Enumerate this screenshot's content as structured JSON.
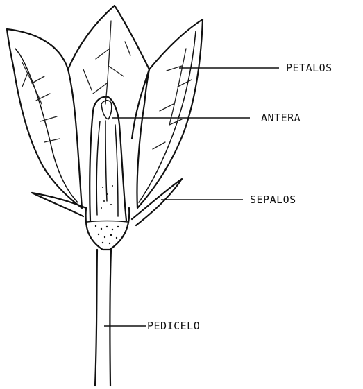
{
  "labels": {
    "petalos": "PETALOS",
    "antera": "ANTERA",
    "sepalos": "SEPALOS",
    "pedicelo": "PEDICELO"
  }
}
